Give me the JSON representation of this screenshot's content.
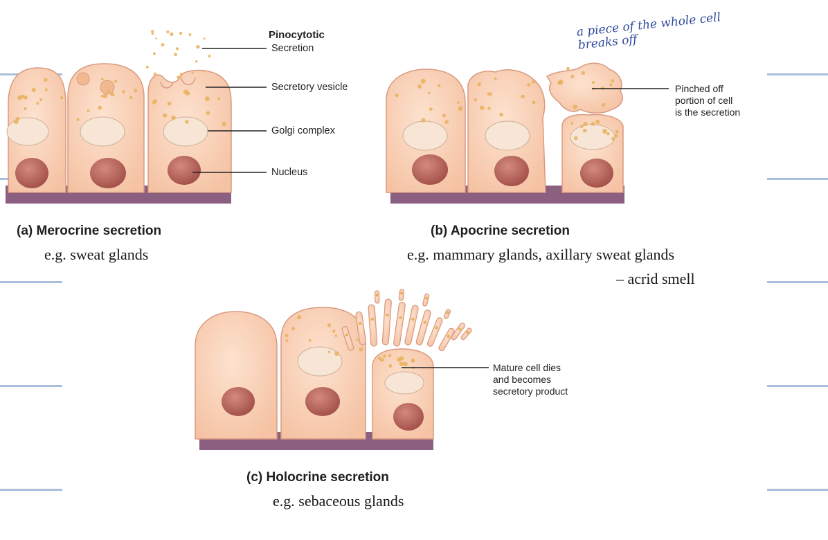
{
  "panels": {
    "merocrine": {
      "caption": "(a) Merocrine secretion",
      "example": "e.g. sweat glands",
      "labels": {
        "pinocytotic_title": "Pinocytotic",
        "secretion": "Secretion",
        "secretory_vesicle": "Secretory vesicle",
        "golgi_complex": "Golgi complex",
        "nucleus": "Nucleus"
      }
    },
    "apocrine": {
      "caption": "(b) Apocrine secretion",
      "example_line1": "e.g. mammary glands, axillary sweat glands",
      "example_line2": "– acrid smell",
      "label": "Pinched off\nportion of cell\nis the secretion"
    },
    "holocrine": {
      "caption": "(c) Holocrine secretion",
      "example": "e.g. sebaceous glands",
      "label": "Mature cell dies\nand becomes\nsecretory product"
    }
  },
  "handwritten_note": "a piece of the whole cell\nbreaks off",
  "colors": {
    "cell_fill": "#f8cdb0",
    "cell_stroke": "#d99a80",
    "nucleus": "#b45e55",
    "golgi": "#f7e6d6",
    "granule": "#e8b25a",
    "basement": "#8a5f80",
    "ruled_line": "#a9bfdc",
    "ink": "#2f4a9a"
  }
}
